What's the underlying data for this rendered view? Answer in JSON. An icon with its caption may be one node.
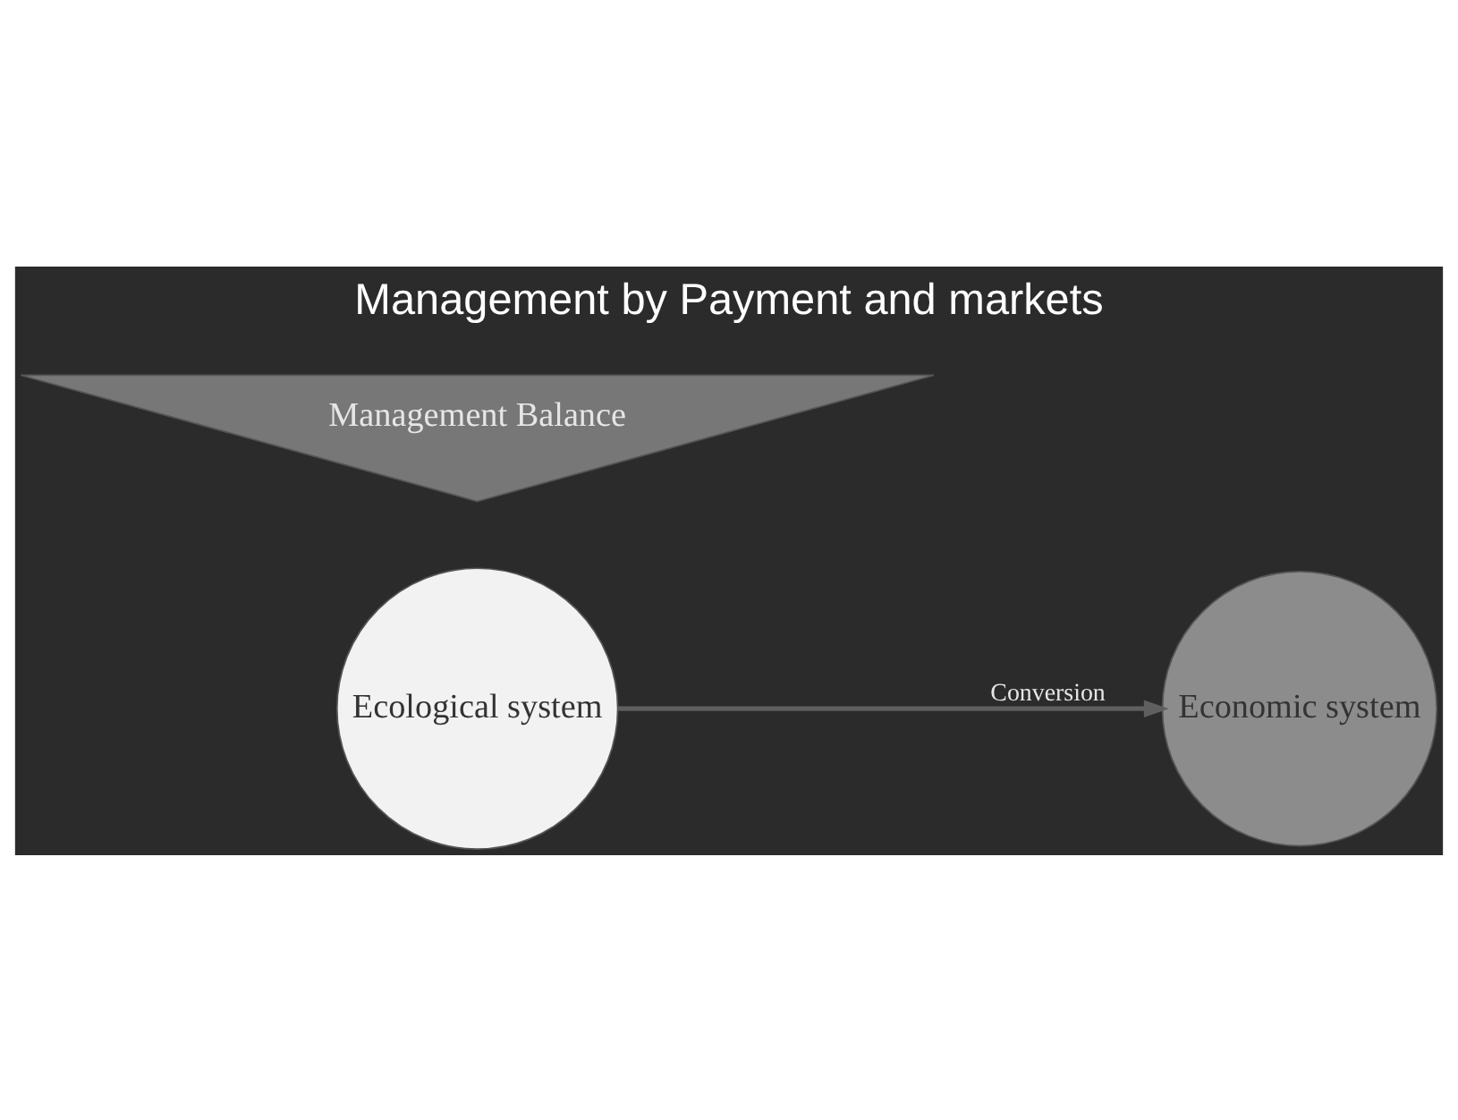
{
  "diagram": {
    "title": "Management by Payment and markets",
    "nodes": [
      {
        "text": [
          "Ecological system"
        ]
      },
      {
        "text": [
          "Economic system"
        ]
      },
      {
        "text": [
          "Management Balance"
        ]
      }
    ],
    "edges": [
      {
        "from": 0,
        "to": 1,
        "arrow": "to",
        "label": "Conversion"
      }
    ]
  }
}
